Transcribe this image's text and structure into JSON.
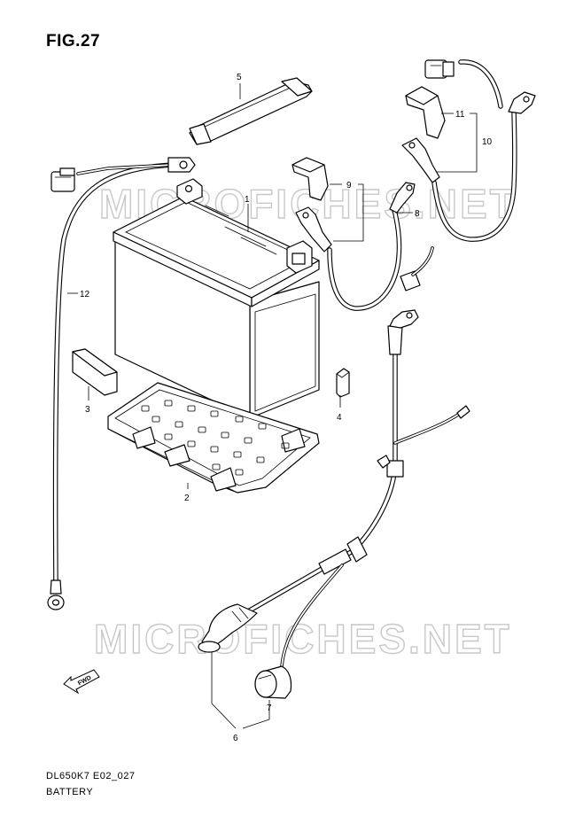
{
  "figure": {
    "title": "FIG.27",
    "code": "DL650K7 E02_027",
    "name": "BATTERY"
  },
  "watermark": "MICROFICHES.NET",
  "direction_badge": "FWD",
  "callouts": {
    "c1": "1",
    "c2": "2",
    "c3": "3",
    "c4": "4",
    "c5": "5",
    "c6": "6",
    "c7": "7",
    "c8": "8",
    "c9": "9",
    "c10": "10",
    "c11": "11",
    "c12": "12"
  }
}
